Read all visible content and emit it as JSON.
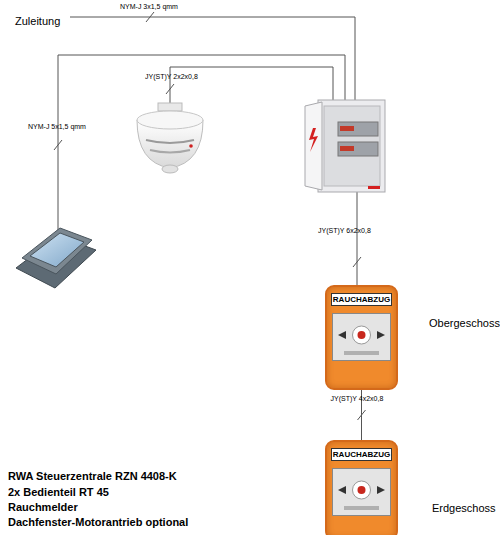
{
  "diagram": {
    "nodes": [
      {
        "text": [
          "RAUCHABZUG",
          "Obergeschoss"
        ]
      },
      {
        "text": [
          "RAUCHABZUG",
          "Erdgeschoss"
        ]
      }
    ],
    "edges": [
      {
        "from": 0,
        "to": 1,
        "arrow": "none",
        "label": "JY(ST)Y 4x2x0,8"
      }
    ],
    "labels": [
      "Zuleitung",
      "NYM-J 3x1,5 qmm",
      "JY(ST)Y 2x2x0,8",
      "NYM-J 5x1,5 qmm",
      "JY(ST)Y 6x2x0,8",
      "RWA Steuerzentrale RZN 4408-K",
      "2x Bedienteil RT 45",
      "Rauchmelder",
      "Dachfenster-Motorantrieb optional"
    ]
  }
}
